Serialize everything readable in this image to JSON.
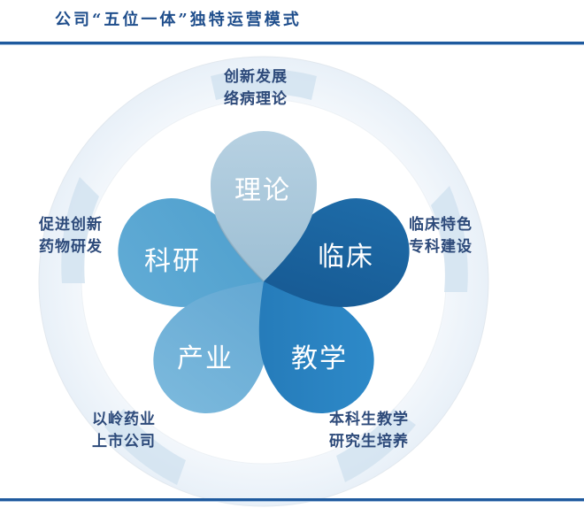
{
  "title": "公司“五位一体”独特运营模式",
  "colors": {
    "title": "#1f4e8c",
    "rule": "#1f5a9e",
    "ring": "#eef4fa",
    "ring_segment": "#d6e5f1",
    "label_text": "#2d4a7a",
    "petal_theory": "#a9c7da",
    "petal_clinical": "#1c67a3",
    "petal_teaching": "#2e86c4",
    "petal_industry": "#6fb0d8",
    "petal_research": "#5aa8d3"
  },
  "petals": {
    "theory": "理论",
    "clinical": "临床",
    "teaching": "教学",
    "industry": "产业",
    "research": "科研"
  },
  "outer_labels": {
    "top": {
      "line1": "创新发展",
      "line2": "络病理论"
    },
    "right": {
      "line1": "临床特色",
      "line2": "专科建设"
    },
    "bottom_right": {
      "line1": "本科生教学",
      "line2": "研究生培养"
    },
    "bottom_left": {
      "line1": "以岭药业",
      "line2": "上市公司"
    },
    "left": {
      "line1": "促进创新",
      "line2": "药物研发"
    }
  }
}
